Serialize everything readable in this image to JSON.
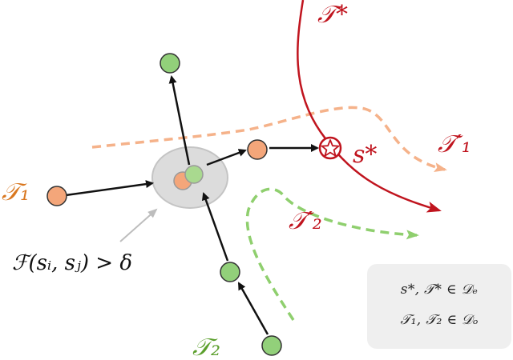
{
  "labels": {
    "t_star": "𝒯*",
    "s_star": "s*",
    "t_prime_1": "𝒯′₁",
    "t_prime_2": "𝒯′₂",
    "t1": "𝒯₁",
    "t2": "𝒯₂",
    "condition": "ℱ(sᵢ, sⱼ) > δ"
  },
  "legend": {
    "line1": "s*,  𝒯* ∈ 𝒟ₑ",
    "line2": "𝒯₁, 𝒯₂ ∈ 𝒟ₒ"
  },
  "colors": {
    "orange_node": "#f4a67a",
    "green_node": "#92d07a",
    "red": "#c0141e",
    "orange_dash": "#f5b28a",
    "green_dash": "#8fcf6e",
    "gray_ellipse": "#d7d7d7",
    "label_orange": "#d9771f",
    "label_green": "#5b9f2c"
  }
}
